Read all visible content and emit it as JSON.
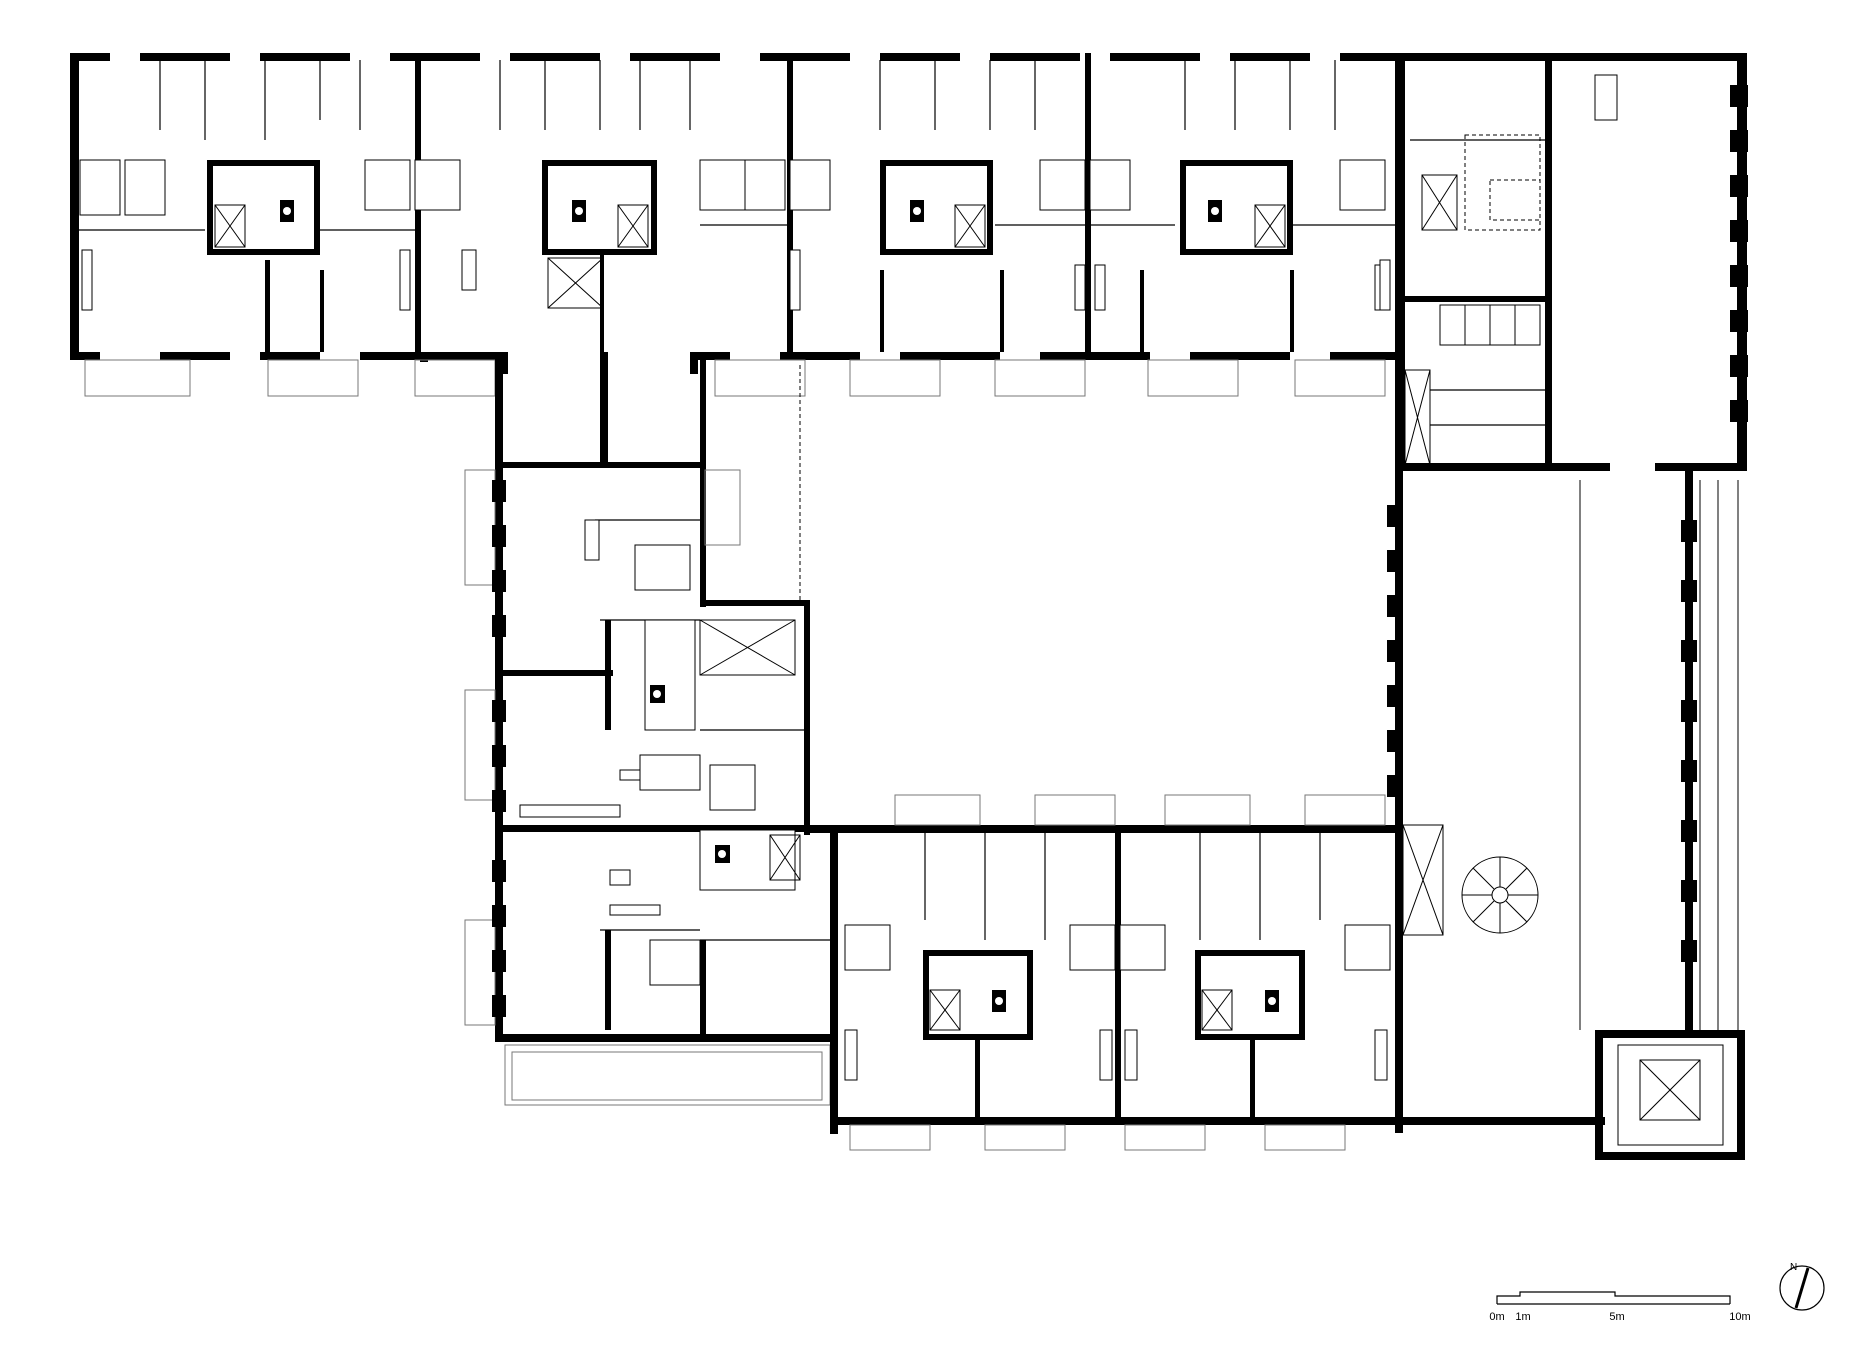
{
  "scale_bar": {
    "labels": [
      "0m",
      "1m",
      "5m",
      "10m"
    ]
  },
  "north_arrow": {
    "label": "N",
    "icon": "north-arrow-icon"
  }
}
